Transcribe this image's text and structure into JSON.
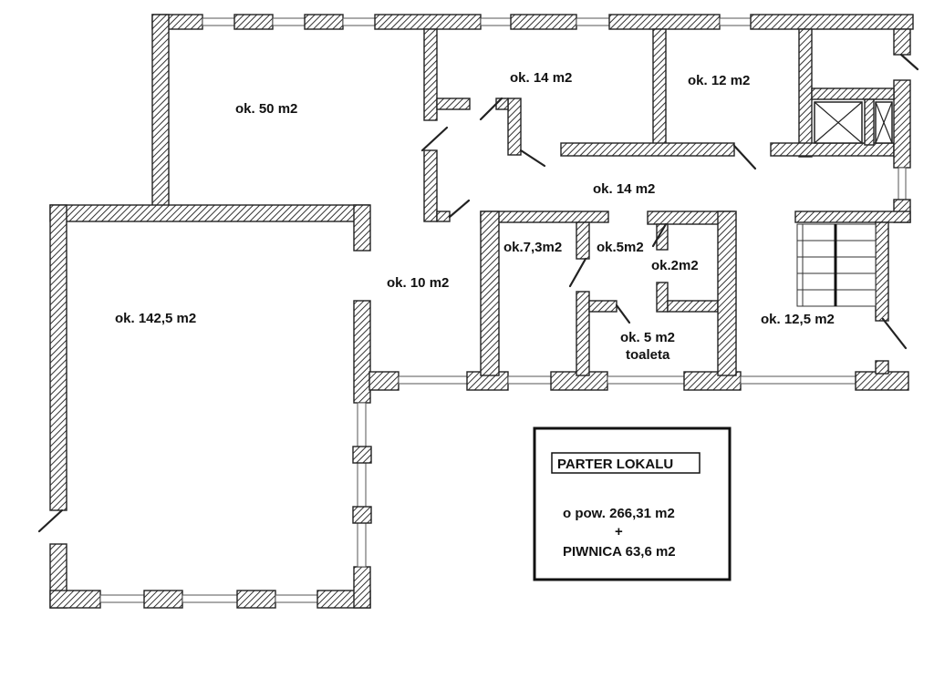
{
  "rooms": {
    "r50": "ok. 50 m2",
    "r14a": "ok. 14 m2",
    "r12": "ok. 12 m2",
    "r14b": "ok. 14 m2",
    "r142": "ok. 142,5 m2",
    "r10": "ok. 10 m2",
    "r73": "ok.7,3m2",
    "r5": "ok.5m2",
    "r2": "ok.2m2",
    "r5t": "ok. 5 m2",
    "toaleta": "toaleta",
    "r125": "ok. 12,5 m2"
  },
  "legend": {
    "title": "PARTER LOKALU",
    "area": "o pow. 266,31 m2",
    "plus": "+",
    "basement": "PIWNICA 63,6 m2"
  }
}
